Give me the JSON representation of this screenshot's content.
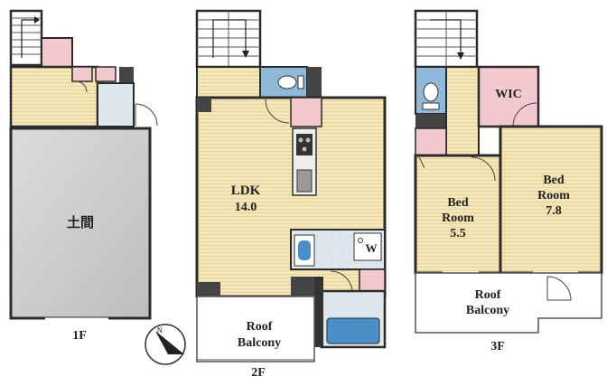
{
  "floors": {
    "f1": {
      "label": "1F",
      "doma": "土間"
    },
    "f2": {
      "label": "2F",
      "ldk_name": "LDK",
      "ldk_size": "14.0",
      "washer": "W",
      "balcony_line1": "Roof",
      "balcony_line2": "Balcony"
    },
    "f3": {
      "label": "3F",
      "wic": "WIC",
      "bed1_line1": "Bed",
      "bed1_line2": "Room",
      "bed1_size": "5.5",
      "bed2_line1": "Bed",
      "bed2_line2": "Room",
      "bed2_size": "7.8",
      "balcony_line1": "Roof",
      "balcony_line2": "Balcony"
    }
  },
  "compass": {
    "north": "N"
  },
  "colors": {
    "wall": "#2b2b2b",
    "floor_wood": "#f6e7b8",
    "wet_area": "#dce8ee",
    "storage": "#f2c9cf",
    "doma": "#c8c8c8",
    "bath": "#8fb9d8",
    "blue_fixture": "#4a90c8"
  }
}
